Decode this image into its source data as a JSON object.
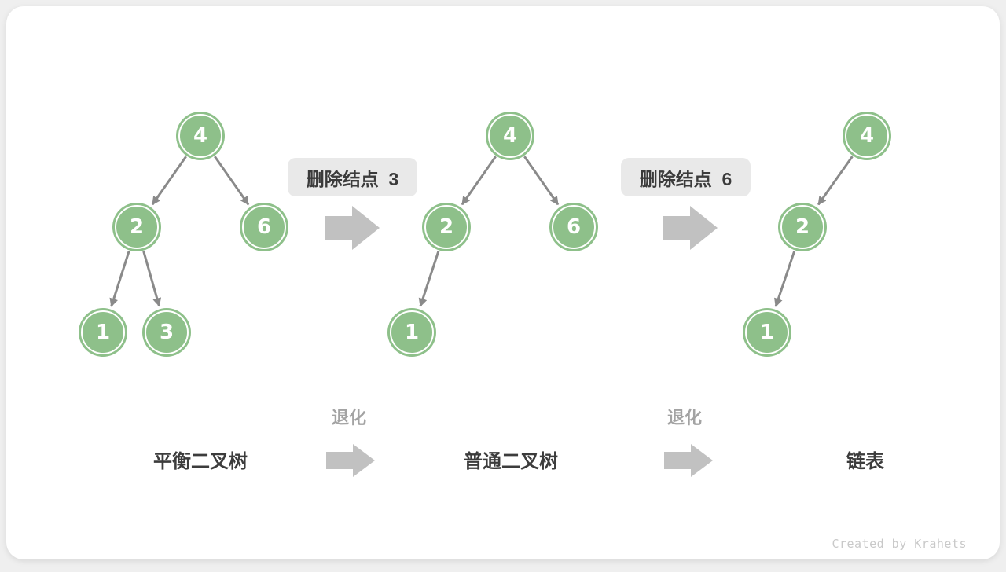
{
  "diagram": {
    "description_colors": {
      "node_fill": "#8ec08a",
      "node_ring": "#ffffff",
      "edge": "#8a8a8a",
      "block_arrow": "#c1c1c1",
      "op_label_bg": "#e9e9e9",
      "op_label_text": "#3b3b3b",
      "caption_text": "#3c3c3c",
      "degrade_text": "#a3a3a3",
      "watermark_text": "#c9c9c9",
      "card_bg": "#ffffff",
      "page_bg": "#efefef"
    },
    "trees": [
      {
        "name": "平衡二叉树",
        "nodes": [
          {
            "value": "4"
          },
          {
            "value": "2"
          },
          {
            "value": "6"
          },
          {
            "value": "1"
          },
          {
            "value": "3"
          }
        ]
      },
      {
        "name": "普通二叉树",
        "nodes": [
          {
            "value": "4"
          },
          {
            "value": "2"
          },
          {
            "value": "6"
          },
          {
            "value": "1"
          }
        ]
      },
      {
        "name": "链表",
        "nodes": [
          {
            "value": "4"
          },
          {
            "value": "2"
          },
          {
            "value": "1"
          }
        ]
      }
    ],
    "operations": [
      {
        "label": "删除结点  3"
      },
      {
        "label": "删除结点  6"
      }
    ],
    "degrade_label": "退化",
    "watermark": "Created by Krahets"
  }
}
